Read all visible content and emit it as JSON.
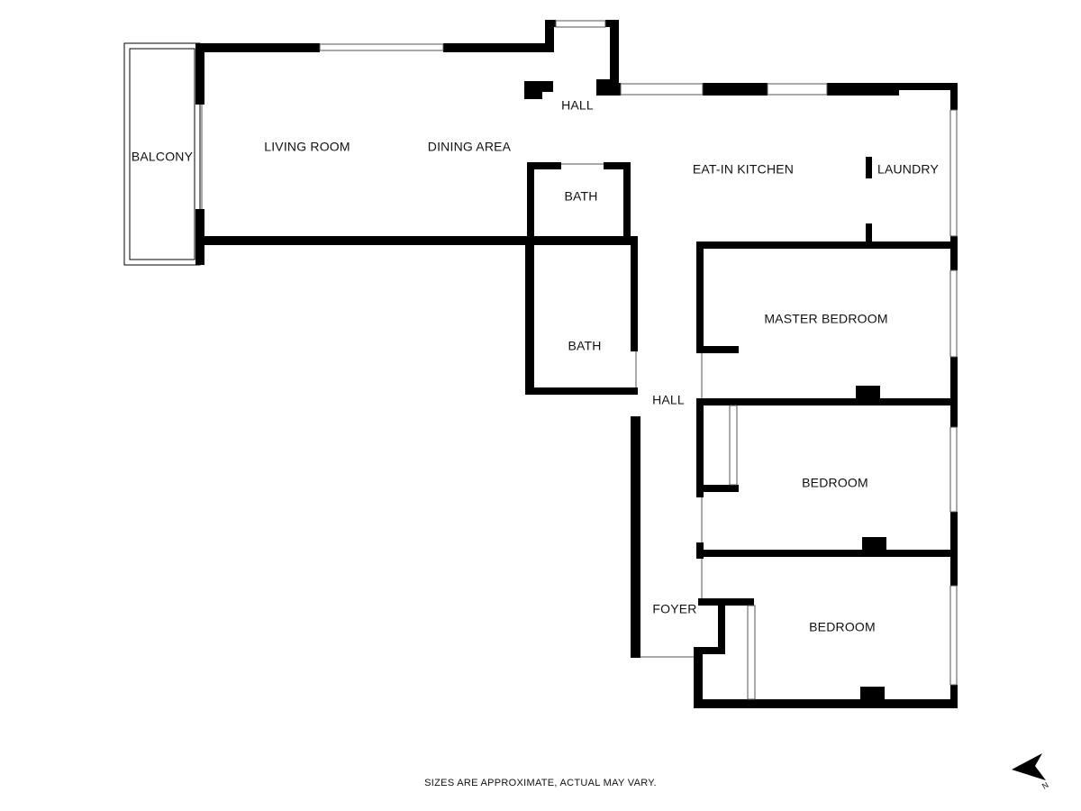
{
  "floor_plan": {
    "rooms": {
      "balcony": "BALCONY",
      "living_room": "LIVING ROOM",
      "dining_area": "DINING AREA",
      "hall_top": "HALL",
      "bath_small": "BATH",
      "eat_in_kitchen": "EAT-IN KITCHEN",
      "laundry": "LAUNDRY",
      "bath_large": "BATH",
      "hall_center": "HALL",
      "master_bedroom": "MASTER BEDROOM",
      "bedroom_middle": "BEDROOM",
      "foyer": "FOYER",
      "bedroom_bottom": "BEDROOM"
    },
    "disclaimer": "SIZES ARE APPROXIMATE, ACTUAL MAY VARY.",
    "compass": {
      "letter": "N",
      "icon": "north-arrow-icon"
    },
    "colors": {
      "wall": "#000000",
      "background": "#ffffff",
      "window": "#888888"
    }
  }
}
